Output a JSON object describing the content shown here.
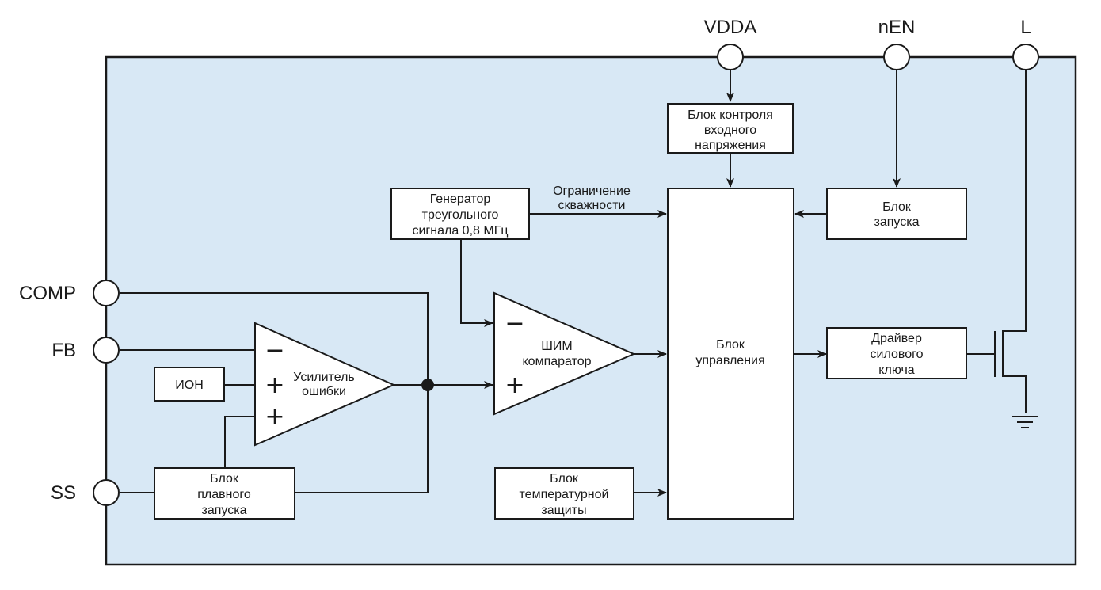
{
  "diagram": {
    "colors": {
      "chip_fill": "#d8e8f5",
      "line": "#1a1a1a",
      "block_fill": "#ffffff"
    },
    "pins": {
      "vdda": "VDDA",
      "nen": "nEN",
      "l": "L",
      "comp": "COMP",
      "fb": "FB",
      "ss": "SS"
    },
    "blocks": {
      "input_monitor": [
        "Блок контроля",
        "входного",
        "напряжения"
      ],
      "triangle_gen": [
        "Генератор",
        "треугольного",
        "сигнала 0,8 МГц"
      ],
      "startup": [
        "Блок",
        "запуска"
      ],
      "control": [
        "Блок",
        "управления"
      ],
      "driver": [
        "Драйвер",
        "силового",
        "ключа"
      ],
      "reference": [
        "ИОН"
      ],
      "soft_start": [
        "Блок",
        "плавного",
        "запуска"
      ],
      "thermal": [
        "Блок",
        "температурной",
        "защиты"
      ]
    },
    "amplifiers": {
      "error_amp": {
        "label": [
          "Усилитель",
          "ошибки"
        ],
        "inputs": [
          "−",
          "+",
          "+"
        ]
      },
      "pwm_comp": {
        "label": [
          "ШИМ",
          "компаратор"
        ],
        "inputs": [
          "−",
          "+"
        ]
      }
    },
    "annotations": {
      "duty_limit": [
        "Ограничение",
        "скважности"
      ]
    }
  }
}
